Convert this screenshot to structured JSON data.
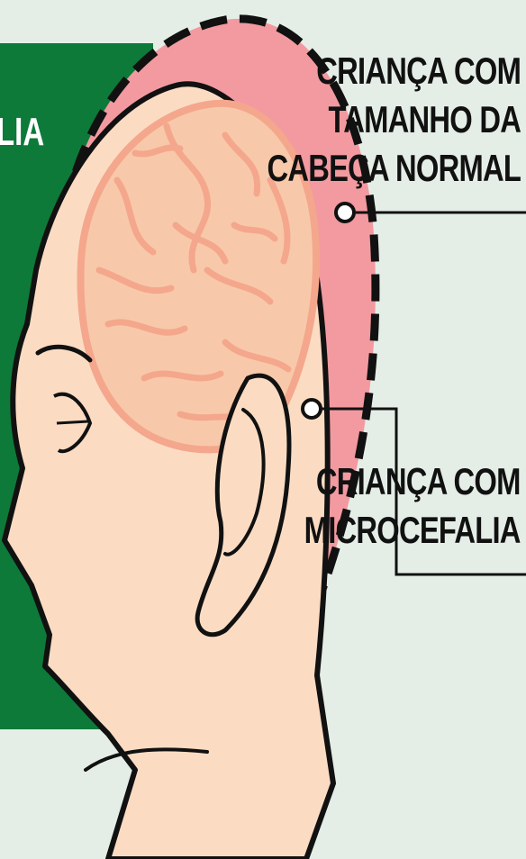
{
  "labels": {
    "normal": {
      "line1": "CRIANÇA COM",
      "line2": "TAMANHO DA",
      "line3": "CABEÇA NORMAL"
    },
    "micro": {
      "line1": "CRIANÇA COM",
      "line2": "MICROCEFALIA"
    }
  },
  "side_panel": {
    "text": "LIA"
  },
  "colors": {
    "background": "#e4eee7",
    "panel_green": "#0d7a3a",
    "normal_head_pink": "#f29aa0",
    "skin": "#fbdcc3",
    "brain_fill": "#f7c9aa",
    "brain_fold": "#f4a78c",
    "outline": "#111111"
  }
}
